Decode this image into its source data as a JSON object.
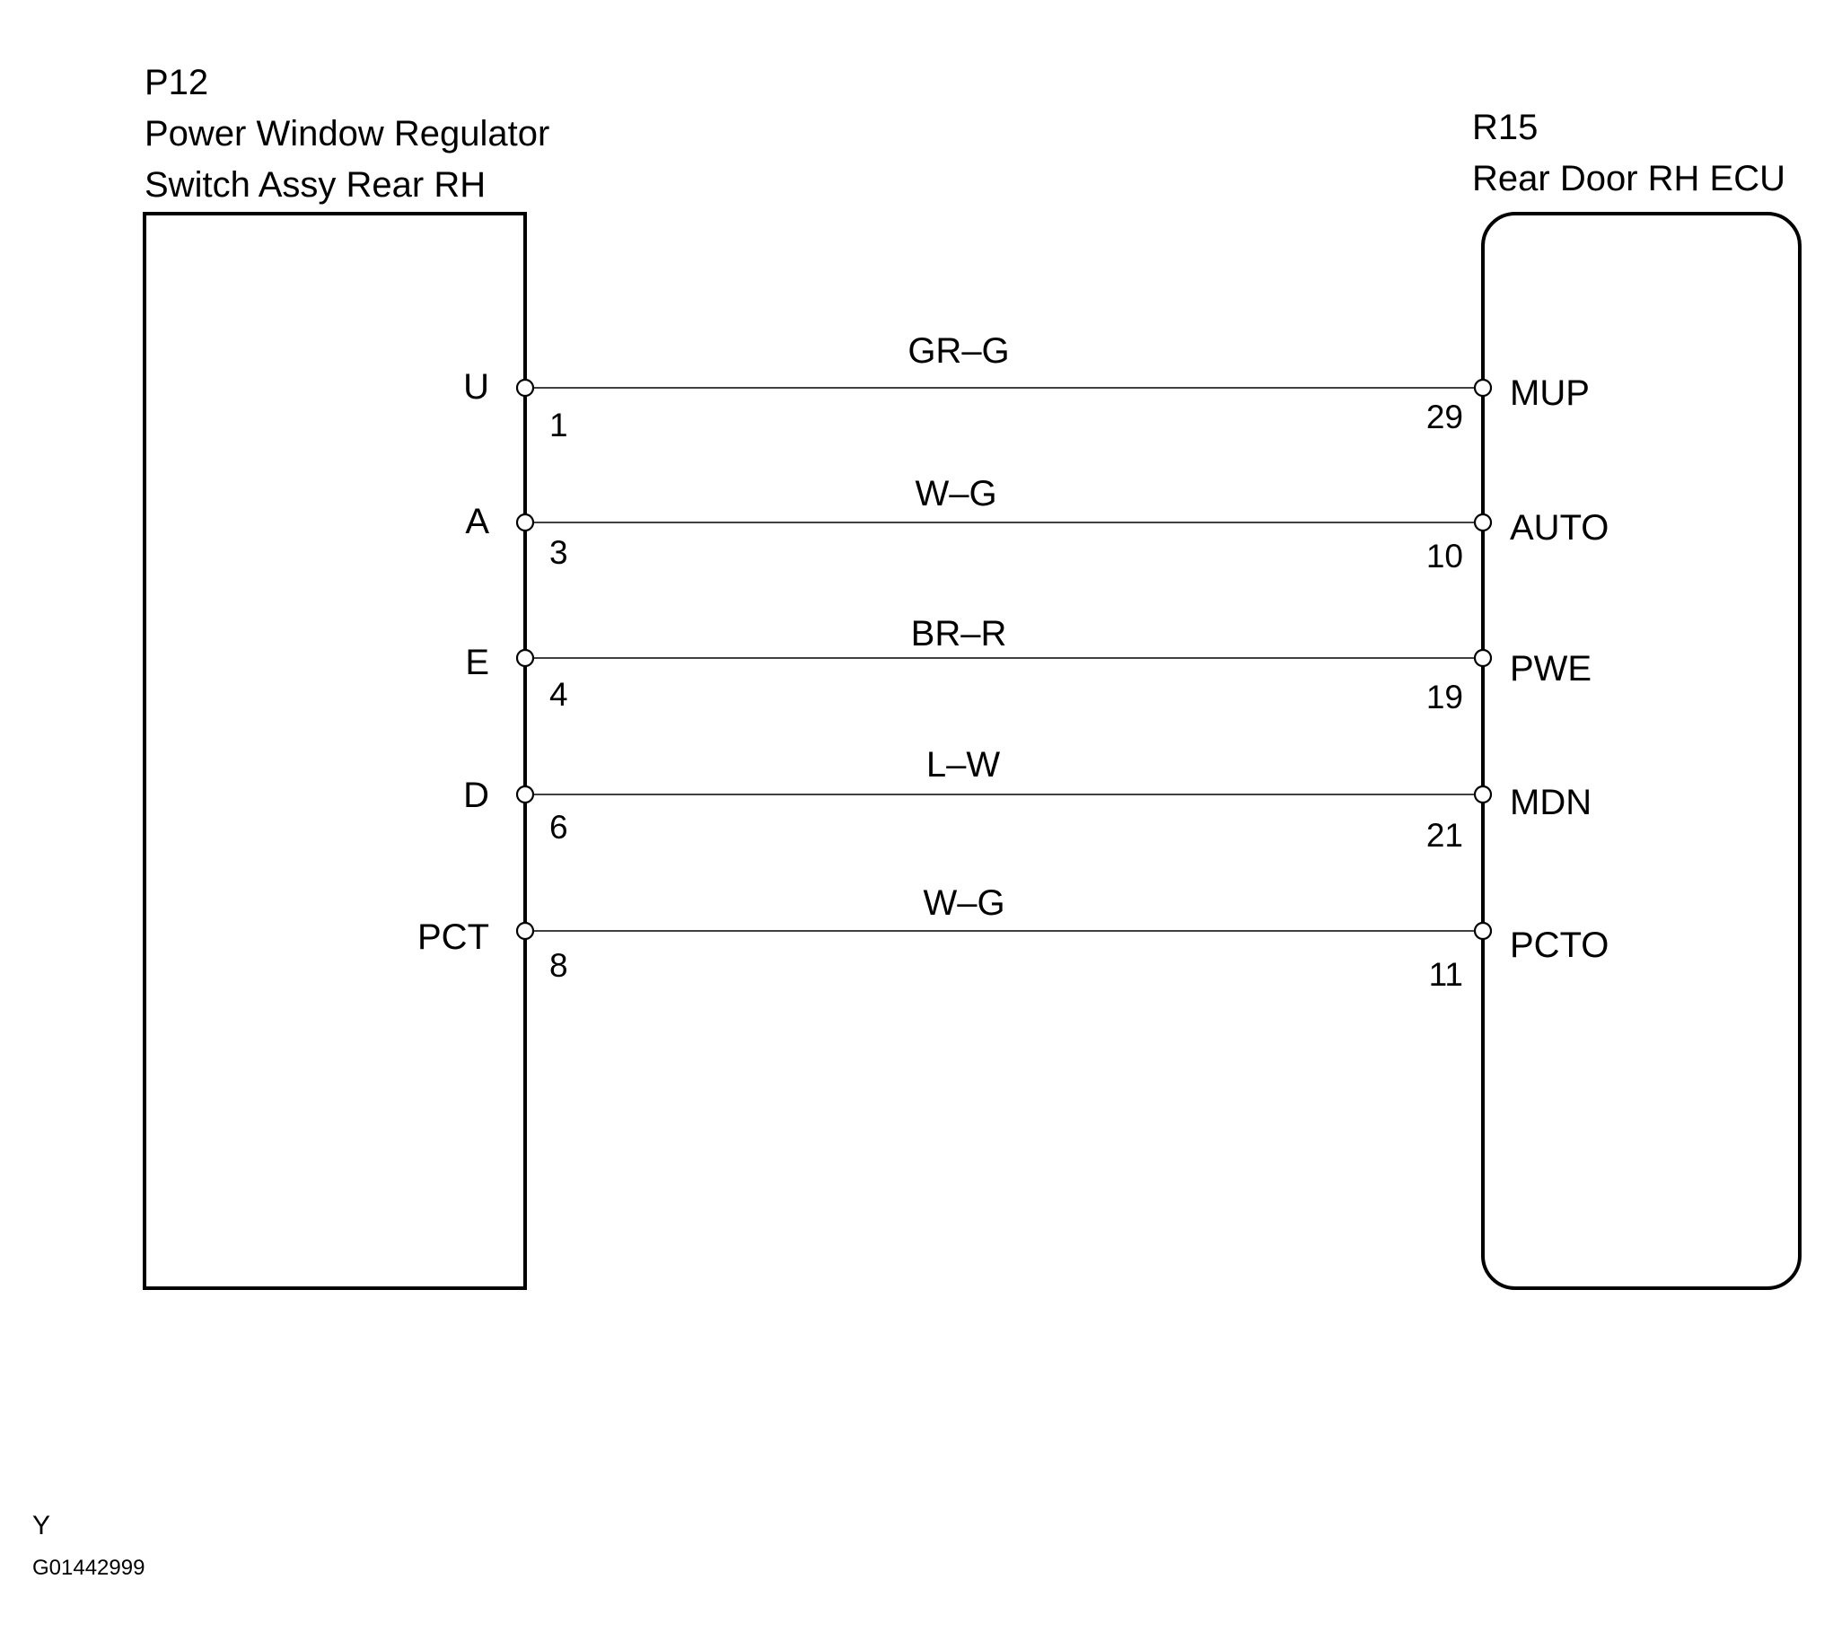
{
  "left_component": {
    "code": "P12",
    "name_line1": "Power Window Regulator",
    "name_line2": "Switch Assy Rear RH"
  },
  "right_component": {
    "code": "R15",
    "name_line1": "Rear Door RH ECU"
  },
  "connections": [
    {
      "left_terminal": "U",
      "left_pin": "1",
      "wire_color": "GR–G",
      "right_pin": "29",
      "right_terminal": "MUP"
    },
    {
      "left_terminal": "A",
      "left_pin": "3",
      "wire_color": "W–G",
      "right_pin": "10",
      "right_terminal": "AUTO"
    },
    {
      "left_terminal": "E",
      "left_pin": "4",
      "wire_color": "BR–R",
      "right_pin": "19",
      "right_terminal": "PWE"
    },
    {
      "left_terminal": "D",
      "left_pin": "6",
      "wire_color": "L–W",
      "right_pin": "21",
      "right_terminal": "MDN"
    },
    {
      "left_terminal": "PCT",
      "left_pin": "8",
      "wire_color": "W–G",
      "right_pin": "11",
      "right_terminal": "PCTO"
    }
  ],
  "footer": {
    "letter": "Y",
    "figure_code": "G01442999"
  }
}
